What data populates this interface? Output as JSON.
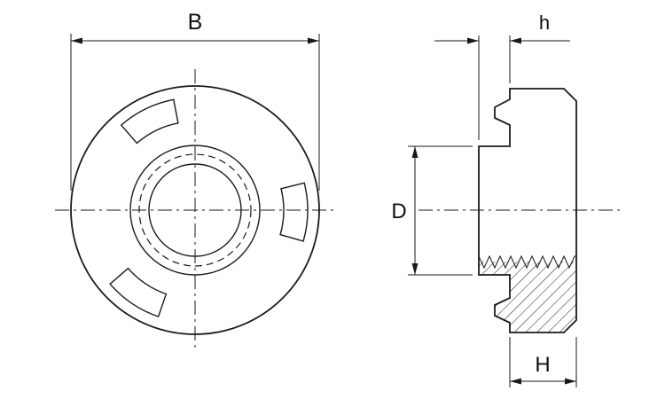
{
  "drawing": {
    "colors": {
      "background": "#ffffff",
      "line": "#1a1a1a"
    },
    "dimensions": {
      "flange_diameter_label": "B",
      "boss_width_label": "h",
      "boss_diameter_label": "D",
      "body_width_label": "H"
    }
  }
}
